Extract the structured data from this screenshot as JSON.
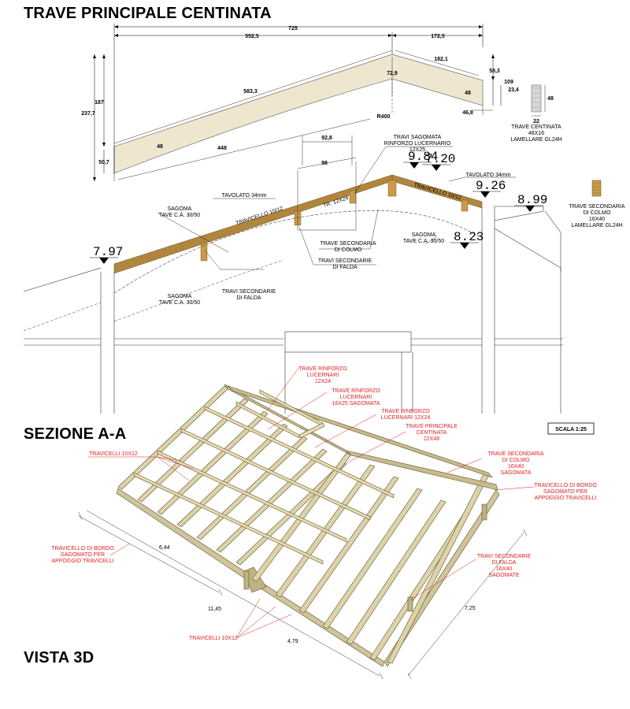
{
  "titles": {
    "main": "TRAVE PRINCIPALE CENTINATA",
    "section": "SEZIONE A-A",
    "view3d": "VISTA 3D"
  },
  "scale_label": "SCALA 1:25",
  "beam_dimensions": {
    "total_span": "725",
    "left_span": "552,5",
    "right_span": "172,5",
    "rafter_left": "583,3",
    "rafter_right": "182,1",
    "apex_rise": "72,9",
    "left_height": "187",
    "left_total": "237,7",
    "left_base": "50,7",
    "depth_left": "48",
    "depth_mid": "48",
    "depth_right": "48",
    "lower_length": "448",
    "right_top": "58,3",
    "right_height": "109",
    "right_inner": "23,4",
    "right_bottom": "46,8",
    "radius": "R400",
    "detail_width": "22",
    "detail_height": "48"
  },
  "beam_section_label": [
    "TRAVE CENTINATA",
    "48X16",
    "LAMELLARE GL24H"
  ],
  "ridge_section_label": [
    "TRAVE SECONDARIA",
    "DI COLMO",
    "16X40",
    "LAMELLARE GL24H"
  ],
  "section_dimensions": {
    "opening_outer": "92,8",
    "opening_inner": "98"
  },
  "section_labels": {
    "travi_sagomata": [
      "TRAVI SAGOMATA",
      "RINFORZO LUCERNARIO",
      "12X25"
    ],
    "tavolato_left": "TAVOLATO 34mm",
    "tavolato_right": "TAVOLATO 34mm",
    "travicello_left": "TRAVICELLO 10/12",
    "tr_label": "TR. 12X24",
    "travicello_right": "TRAVICELLO 10/12",
    "sagoma_left": [
      "SAGOMA",
      "TAVE C.A. 30/50"
    ],
    "sagoma_right": [
      "SAGOMA",
      "TAVE C.A. 30/50"
    ],
    "sagoma_low": [
      "SAGOMA",
      "TAVE C.A. 30/50"
    ],
    "trave_colmo": [
      "TRAVE SECONDARIA",
      "DI COLMO"
    ],
    "travi_falda": [
      "TRAVI SECONDARIE",
      "DI FALDA"
    ],
    "travi_falda_low": [
      "TRAVI SECONDARIE",
      "DI FALDA"
    ]
  },
  "levels": {
    "l1": "9.84",
    "l2": "7.20",
    "l3": "9.26",
    "l4": "8.99",
    "l5": "7.97",
    "l6": "8.23"
  },
  "view3d_labels": {
    "rinforzo_1": [
      "TRAVE RINFORZO",
      "LUCERNARI",
      "12X24"
    ],
    "rinforzo_2": [
      "TRAVE RINFORZO",
      "LUCERNARI",
      "16X25 SAGOMATA"
    ],
    "rinforzo_3": [
      "TRAVE RINFORZO",
      "LUCERNARI 12X24"
    ],
    "principale": [
      "TRAVE PRINCIPALE",
      "CENTINATA",
      "22X48"
    ],
    "travicelli_top": "TRAVICELLI 10X12",
    "secondaria_colmo": [
      "TRAVE SECONDARIA",
      "DI COLMO",
      "16X40",
      "SAGOMATA"
    ],
    "bordo_right": [
      "TRAVICELLO DI BORDO",
      "SAGOMATO PER",
      "APPOGGIO TRAVICELLI"
    ],
    "bordo_left": [
      "TRAVICELLO DI BORDO",
      "SAGOMATO PER",
      "APPOGGIO TRAVICELLI"
    ],
    "secondarie_falda": [
      "TRAVI SECONDARIE",
      "DI FALDA",
      "16X40",
      "SAGOMATE"
    ],
    "travicelli_bottom": "TRAVICELLI 10X12"
  },
  "view3d_dimensions": {
    "d1": "6,44",
    "d2": "11,45",
    "d3": "4,79",
    "d4": "7,25"
  }
}
